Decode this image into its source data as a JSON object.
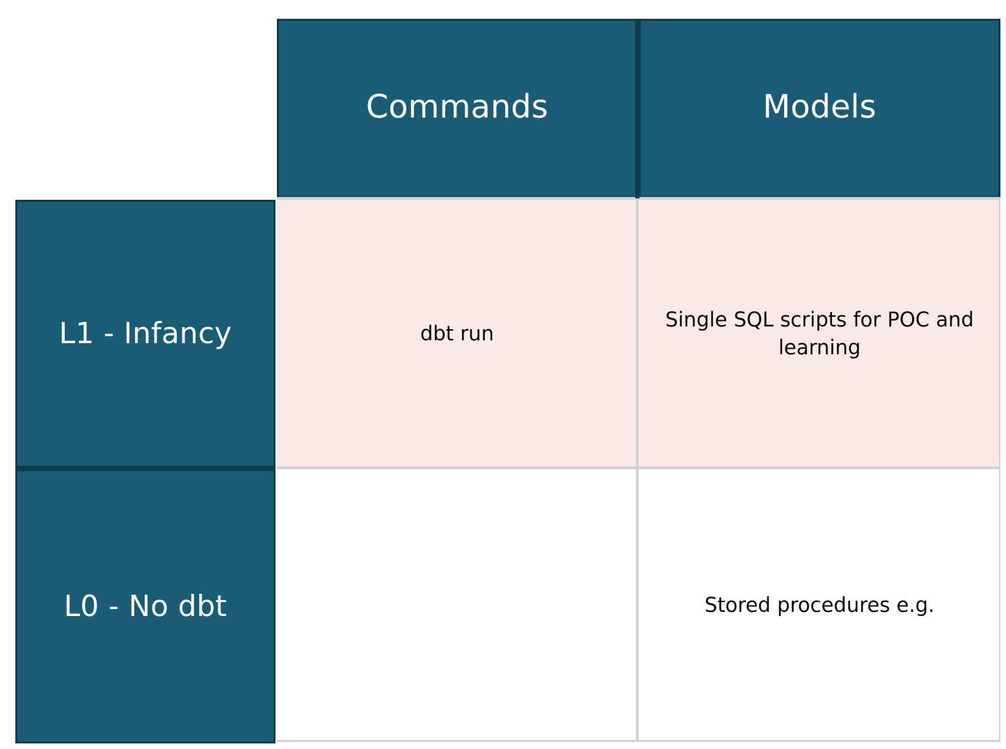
{
  "matrix": {
    "corner_label": "",
    "column_headers": [
      {
        "id": "commands",
        "label": "Commands"
      },
      {
        "id": "models",
        "label": "Models"
      }
    ],
    "rows": [
      {
        "id": "l1",
        "header": "L1 - Infancy",
        "highlight": true,
        "cells": [
          {
            "column": "commands",
            "text": "dbt run"
          },
          {
            "column": "models",
            "text": "Single SQL scripts for POC and learning"
          }
        ]
      },
      {
        "id": "l0",
        "header": "L0 - No dbt",
        "highlight": false,
        "cells": [
          {
            "column": "commands",
            "text": ""
          },
          {
            "column": "models",
            "text": "Stored procedures e.g."
          }
        ]
      }
    ]
  },
  "colors": {
    "header_teal": "#1a5c76",
    "header_border": "#0f3c4e",
    "highlight_row": "#fae9e6",
    "plain_row": "#ffffff",
    "grid_line": "#d0d2d5",
    "header_text": "#ffffff",
    "body_text": "#0d0d0d"
  }
}
